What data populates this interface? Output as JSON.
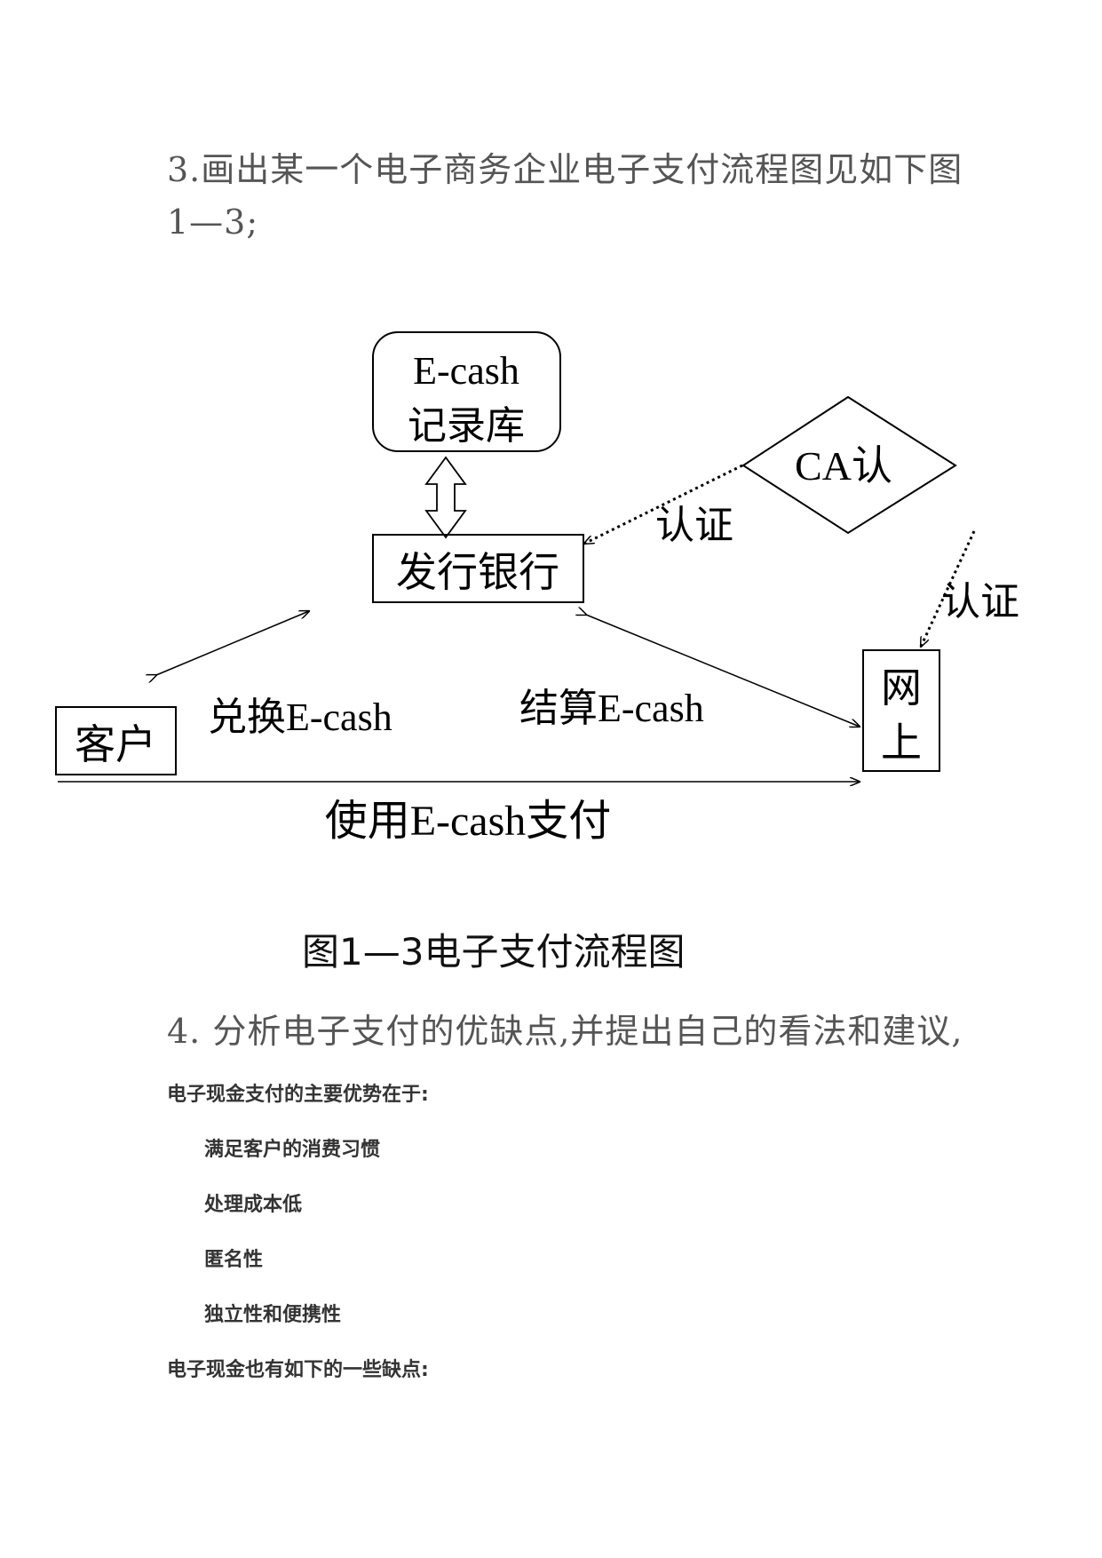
{
  "question3": {
    "line1": "3.画出某一个电子商务企业电子支付流程图见如下图",
    "line2": "1—3;"
  },
  "diagram": {
    "ecash_db_line1": "E-cash",
    "ecash_db_line2": "记录库",
    "ca": "CA认",
    "bank": "发行银行",
    "auth1": "认证",
    "auth2": "认证",
    "customer": "客户",
    "exchange": "兑换E-cash",
    "settle": "结算E-cash",
    "online_line1": "网",
    "online_line2": "上",
    "pay": "使用E-cash支付"
  },
  "caption": "图1—3电子支付流程图",
  "question4": "4. 分析电子支付的优缺点,并提出自己的看法和建议,",
  "advantages_heading": "电子现金支付的主要优势在于:",
  "advantages": [
    "满足客户的消费习惯",
    "处理成本低",
    "匿名性",
    "独立性和便携性"
  ],
  "disadvantages_heading": "电子现金也有如下的一些缺点:"
}
